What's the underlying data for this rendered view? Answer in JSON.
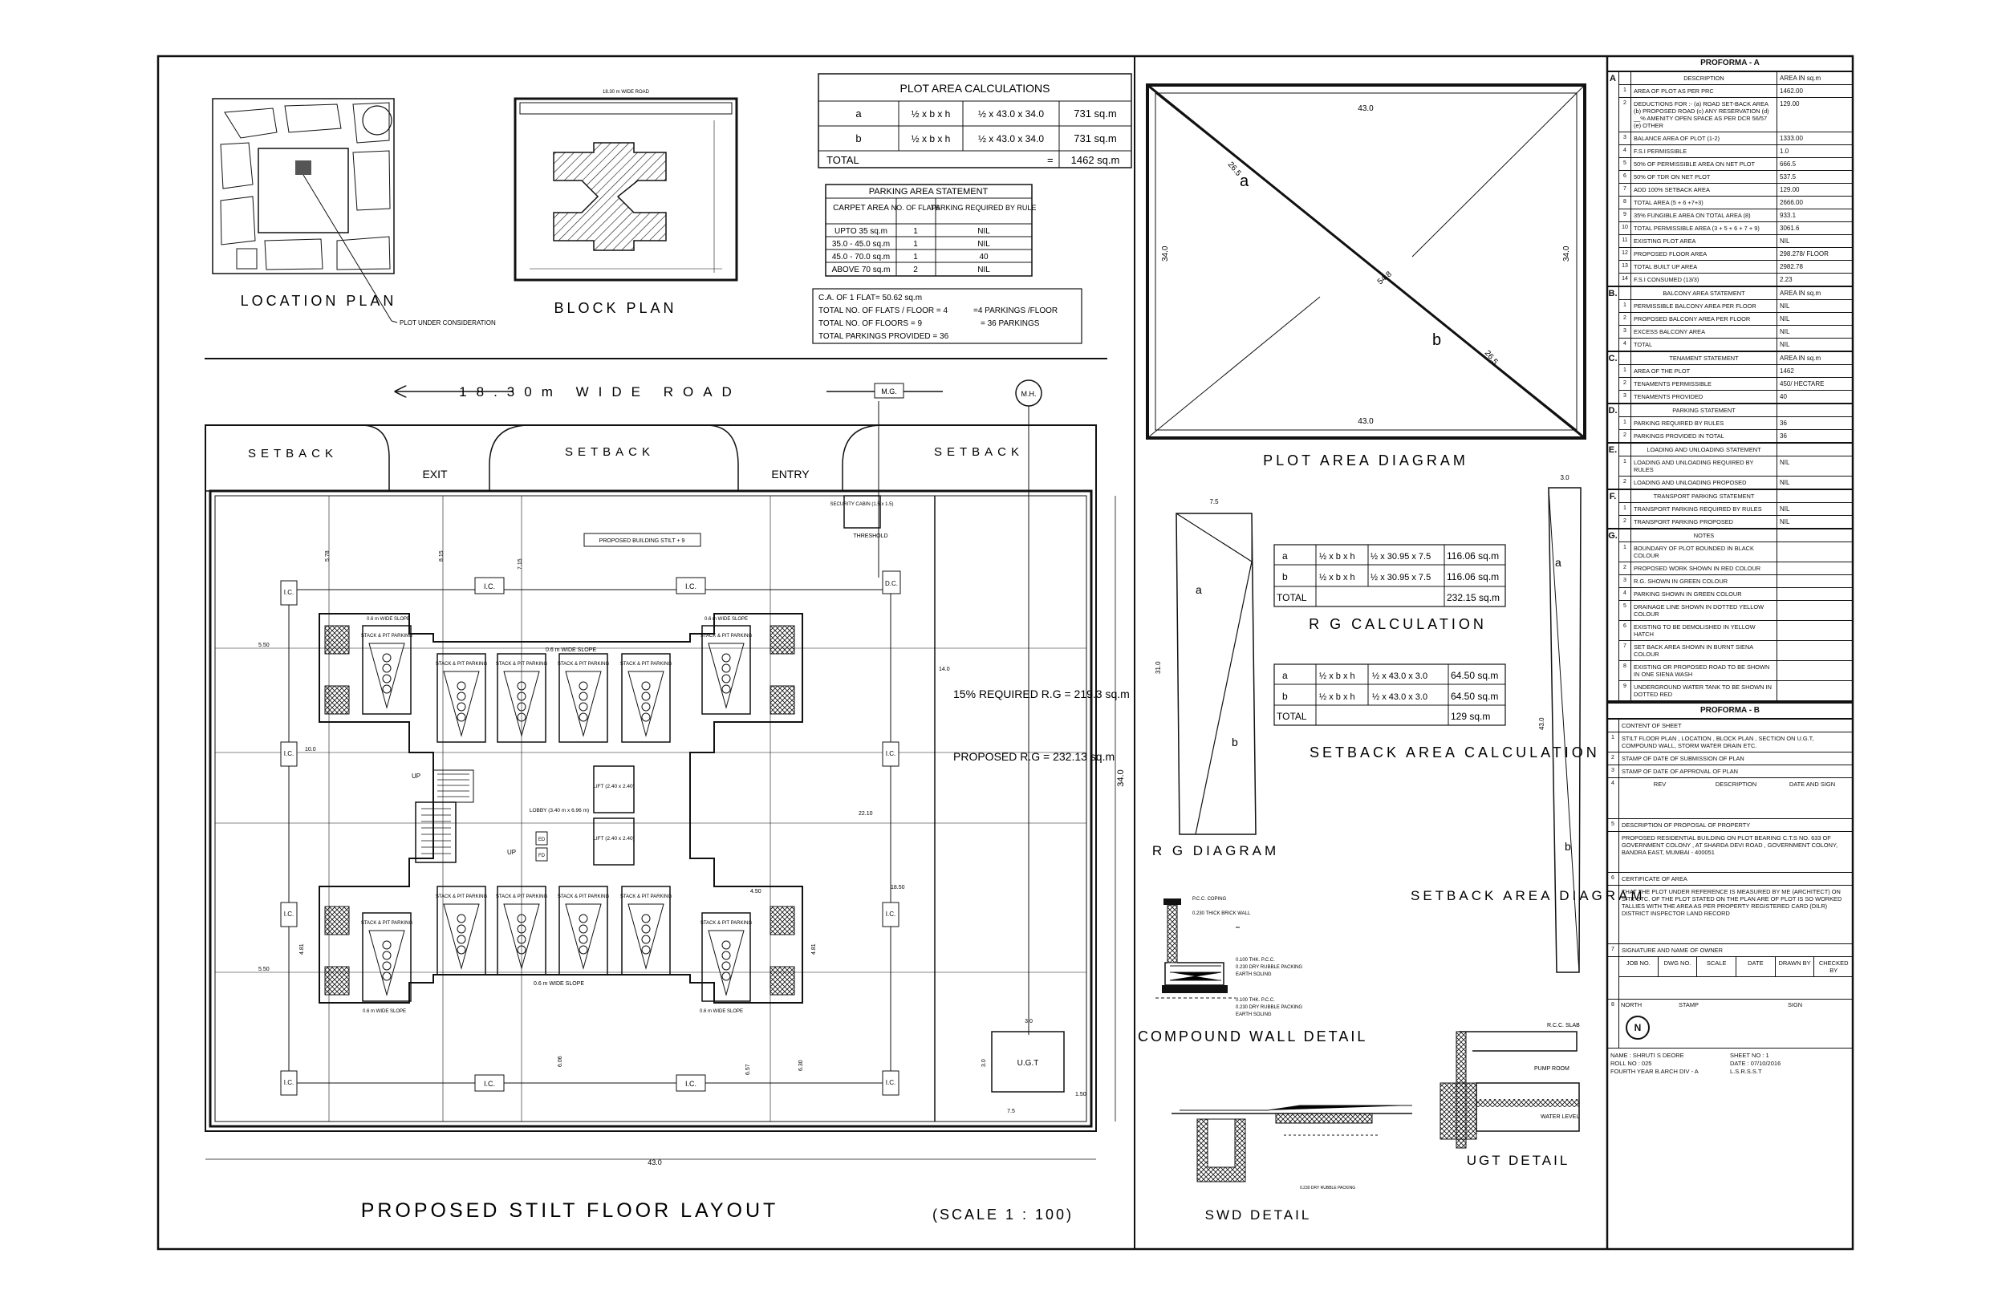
{
  "drawing_title": "PROPOSED STILT FLOOR LAYOUT",
  "scale": "(SCALE 1 : 100)",
  "location_plan": {
    "title": "LOCATION PLAN",
    "note": "PLOT UNDER CONSIDERATION"
  },
  "block_plan": {
    "title": "BLOCK PLAN",
    "road": "18.30 m WIDE ROAD"
  },
  "road_label": "18.30m WIDE ROAD",
  "mg_label": "M.G.",
  "mh_label": "M.H.",
  "setback_labels": [
    "SETBACK",
    "SETBACK",
    "SETBACK"
  ],
  "exit_label": "EXIT",
  "entry_label": "ENTRY",
  "security_cabin": "SECURITY CABIN (1.5 x 1.5)",
  "threshold": "THRESHOLD",
  "building_label": "PROPOSED BUILDING STILT + 9",
  "ic_label": "I.C.",
  "dc_label": "D.C.",
  "stack_parking": "STACK & PIT PARKING",
  "slope_label": "0.6 m WIDE SLOPE",
  "lift_label": "LIFT (2.40 x 2.40)",
  "lobby_label": "LOBBY (3.40 m x 6.96 m)",
  "up_label": "UP",
  "ed_label": "ED",
  "fd_label": "FD",
  "rg_required": "15% REQUIRED R.G = 219.3 sq.m",
  "rg_proposed": "PROPOSED R.G = 232.13 sq.m",
  "ugt_label": "U.G.T",
  "dims": {
    "w43": "43.0",
    "h34": "34.0",
    "d578": "5.78",
    "d815": "8.15",
    "d715": "7.15",
    "d550": "5.50",
    "d100": "10.0",
    "d140": "14.0",
    "d2210": "22.10",
    "d1850": "18.50",
    "d450": "4.50",
    "d481": "4.81",
    "d606": "6.06",
    "d657": "6.57",
    "d630": "6.30",
    "d30": "3.0",
    "d75": "7.5",
    "d150": "1.50"
  },
  "plot_area_calc": {
    "title": "PLOT AREA CALCULATIONS",
    "rows": [
      [
        "a",
        "½ x b x h",
        "½ x 43.0 x 34.0",
        "731 sq.m"
      ],
      [
        "b",
        "½ x b x h",
        "½ x 43.0 x 34.0",
        "731 sq.m"
      ]
    ],
    "total_label": "TOTAL",
    "eq": "=",
    "total": "1462 sq.m"
  },
  "parking_statement": {
    "title": "PARKING AREA STATEMENT",
    "headers": [
      "CARPET AREA",
      "NO. OF FLATS",
      "PARKING REQUIRED BY RULE"
    ],
    "rows": [
      [
        "UPTO 35 sq.m",
        "1",
        "NIL"
      ],
      [
        "35.0 - 45.0 sq.m",
        "1",
        "NIL"
      ],
      [
        "45.0 - 70.0 sq.m",
        "1",
        "40"
      ],
      [
        "ABOVE 70 sq.m",
        "2",
        "NIL"
      ]
    ]
  },
  "parking_notes": [
    "C.A. OF 1 FLAT= 50.62 sq.m",
    "TOTAL NO. OF FLATS / FLOOR = 4",
    "=4 PARKINGS /FLOOR",
    "TOTAL NO. OF FLOORS = 9",
    "= 36 PARKINGS",
    "TOTAL PARKINGS PROVIDED = 36"
  ],
  "plot_area_diagram": {
    "title": "PLOT AREA DIAGRAM",
    "a": "a",
    "b": "b",
    "d265": "26.5",
    "d548": "54.8",
    "d430": "43.0",
    "d340": "34.0"
  },
  "rg_calc": {
    "title": "R G CALCULATION",
    "rows": [
      [
        "a",
        "½ x b x h",
        "½ x 30.95 x 7.5",
        "116.06 sq.m"
      ],
      [
        "b",
        "½ x b x h",
        "½ x 30.95 x 7.5",
        "116.06 sq.m"
      ]
    ],
    "total_label": "TOTAL",
    "total": "232.15 sq.m"
  },
  "setback_calc": {
    "title": "SETBACK AREA CALCULATION",
    "rows": [
      [
        "a",
        "½ x b x h",
        "½ x 43.0 x 3.0",
        "64.50 sq.m"
      ],
      [
        "b",
        "½ x b x h",
        "½ x 43.0 x 3.0",
        "64.50 sq.m"
      ]
    ],
    "total_label": "TOTAL",
    "total": "129 sq.m"
  },
  "rg_diagram": {
    "title": "R G DIAGRAM",
    "d75": "7.5",
    "d310": "31.0",
    "a": "a",
    "b": "b"
  },
  "setback_diagram": {
    "title": "SETBACK AREA DIAGRAM",
    "d30": "3.0",
    "d430": "43.0",
    "a": "a",
    "b": "b"
  },
  "compound_wall": {
    "title": "COMPOUND WALL DETAIL",
    "notes": [
      "P.C.C. COPING",
      "0.230 THICK BRICK WALL",
      "0.100 THK. P.C.C.",
      "0.230 DRY RUBBLE PACKING",
      "EARTH SOLING"
    ]
  },
  "swd": {
    "title": "SWD DETAIL"
  },
  "ugt": {
    "title": "UGT DETAIL",
    "pump": "PUMP ROOM",
    "water": "WATER LEVEL",
    "slab": "R.C.C. SLAB"
  },
  "proforma_a": {
    "title": "PROFORMA - A",
    "sections": [
      {
        "letter": "A",
        "header": [
          "DESCRIPTION",
          "AREA IN sq.m"
        ],
        "rows": [
          [
            "1",
            "AREA OF PLOT AS PER PRC",
            "1462.00"
          ],
          [
            "2",
            "DEDUCTIONS FOR :- (a) ROAD SET-BACK AREA (b) PROPOSED ROAD (c) ANY RESERVATION (d) __% AMENITY OPEN SPACE AS PER DCR 56/57 (e) OTHER",
            "129.00"
          ],
          [
            "3",
            "BALANCE AREA OF PLOT (1-2)",
            "1333.00"
          ],
          [
            "4",
            "F.S.I PERMISSIBLE",
            "1.0"
          ],
          [
            "5",
            "50% OF PERMISSIBLE AREA ON NET PLOT",
            "666.5"
          ],
          [
            "6",
            "50% OF TDR ON NET PLOT",
            "537.5"
          ],
          [
            "7",
            "ADD 100% SETBACK AREA",
            "129.00"
          ],
          [
            "8",
            "TOTAL AREA (5 + 6 +7+3)",
            "2666.00"
          ],
          [
            "9",
            "35% FUNGIBLE AREA ON TOTAL AREA (8)",
            "933.1"
          ],
          [
            "10",
            "TOTAL PERMISSIBLE AREA (3 + 5 + 6 + 7 + 9)",
            "3061.6"
          ],
          [
            "11",
            "EXISTING PLOT AREA",
            "NIL"
          ],
          [
            "12",
            "PROPOSED FLOOR AREA",
            "298.278/ FLOOR"
          ],
          [
            "13",
            "TOTAL BUILT UP AREA",
            "2982.78"
          ],
          [
            "14",
            "F.S.I CONSUMED (13/3)",
            "2.23"
          ]
        ]
      },
      {
        "letter": "B.",
        "header": [
          "BALCONY AREA STATEMENT",
          "AREA IN sq.m"
        ],
        "rows": [
          [
            "1",
            "PERMISSIBLE BALCONY AREA PER FLOOR",
            "NIL"
          ],
          [
            "2",
            "PROPOSED BALCONY AREA PER FLOOR",
            "NIL"
          ],
          [
            "3",
            "EXCESS BALCONY AREA",
            "NIL"
          ],
          [
            "4",
            "TOTAL",
            "NIL"
          ]
        ]
      },
      {
        "letter": "C.",
        "header": [
          "TENAMENT STATEMENT",
          "AREA IN sq.m"
        ],
        "rows": [
          [
            "1",
            "AREA OF THE PLOT",
            "1462"
          ],
          [
            "2",
            "TENAMENTS PERMISSIBLE",
            "450/ HECTARE"
          ],
          [
            "3",
            "TENAMENTS PROVIDED",
            "40"
          ]
        ]
      },
      {
        "letter": "D.",
        "header": [
          "PARKING STATEMENT",
          ""
        ],
        "rows": [
          [
            "1",
            "PARKING REQUIRED BY RULES",
            "36"
          ],
          [
            "2",
            "PARKINGS PROVIDED IN TOTAL",
            "36"
          ]
        ]
      },
      {
        "letter": "E.",
        "header": [
          "LOADING AND UNLOADING STATEMENT",
          ""
        ],
        "rows": [
          [
            "1",
            "LOADING AND UNLOADING REQUIRED BY RULES",
            "NIL"
          ],
          [
            "2",
            "LOADING AND UNLOADING PROPOSED",
            "NIL"
          ]
        ]
      },
      {
        "letter": "F.",
        "header": [
          "TRANSPORT PARKING STATEMENT",
          ""
        ],
        "rows": [
          [
            "1",
            "TRANSPORT PARKING REQUIRED BY RULES",
            "NIL"
          ],
          [
            "2",
            "TRANSPORT PARKING PROPOSED",
            "NIL"
          ]
        ]
      },
      {
        "letter": "G.",
        "header": [
          "NOTES",
          ""
        ],
        "rows": [
          [
            "1",
            "BOUNDARY OF PLOT BOUNDED IN BLACK COLOUR",
            ""
          ],
          [
            "2",
            "PROPOSED WORK SHOWN IN RED COLOUR",
            ""
          ],
          [
            "3",
            "R.G. SHOWN IN GREEN COLOUR",
            ""
          ],
          [
            "4",
            "PARKING SHOWN IN GREEN COLOUR",
            ""
          ],
          [
            "5",
            "DRAINAGE LINE SHOWN IN DOTTED YELLOW COLOUR",
            ""
          ],
          [
            "6",
            "EXISTING TO BE DEMOLISHED IN YELLOW HATCH",
            ""
          ],
          [
            "7",
            "SET BACK AREA SHOWN IN BURNT SIENA COLOUR",
            ""
          ],
          [
            "8",
            "EXISTING OR PROPOSED ROAD TO BE SHOWN IN ONE SIENA WASH",
            ""
          ],
          [
            "9",
            "UNDERGROUND WATER TANK TO BE SHOWN IN DOTTED RED",
            ""
          ]
        ]
      }
    ]
  },
  "proforma_b": {
    "title": "PROFORMA - B",
    "content_label": "CONTENT OF SHEET",
    "rows": [
      [
        "1",
        "STILT FLOOR PLAN , LOCATION , BLOCK PLAN , SECTION ON U.G.T, COMPOUND WALL, STORM WATER DRAIN ETC."
      ],
      [
        "2",
        "STAMP OF DATE OF SUBMISSION OF PLAN"
      ],
      [
        "3",
        "STAMP OF DATE OF APPROVAL OF PLAN"
      ]
    ],
    "rev_headers": [
      "REV",
      "DESCRIPTION",
      "DATE AND SIGN"
    ],
    "row5": [
      "5",
      "DESCRIPTION OF PROPOSAL OF PROPERTY"
    ],
    "proposal": "PROPOSED RESIDENTIAL BUILDING ON PLOT BEARING C.T.S NO. 633 OF GOVERNMENT COLONY , AT SHARDA DEVI ROAD , GOVERNMENT COLONY, BANDRA EAST, MUMBAI - 400051",
    "row6": [
      "6",
      "CERTIFICATE OF AREA"
    ],
    "certificate": "THAT THE PLOT UNDER REFERENCE IS MEASURED BY ME (ARCHITECT) ON SITE ETC. OF THE PLOT STATED ON THE PLAN ARE OF PLOT IS SO WORKED TALLIES WITH THE AREA AS PER PROPERTY REGISTERED CARD (DILR) DISTRICT INSPECTOR LAND RECORD",
    "row7": [
      "7",
      "SIGNATURE AND NAME OF OWNER"
    ],
    "sig_headers": [
      "JOB NO.",
      "DWG NO.",
      "SCALE",
      "DATE",
      "DRAWN BY",
      "CHECKED BY"
    ],
    "row8": [
      "8",
      "NORTH",
      "STAMP",
      "SIGN"
    ],
    "north": "N",
    "name": "NAME : SHRUTI S DEORE",
    "sheet": "SHEET NO : 1",
    "roll": "ROLL NO : 025",
    "date": "DATE : 07/10/2016",
    "year": "FOURTH YEAR B.ARCH DIV - A",
    "college": "L.S.R.S.S.T"
  }
}
